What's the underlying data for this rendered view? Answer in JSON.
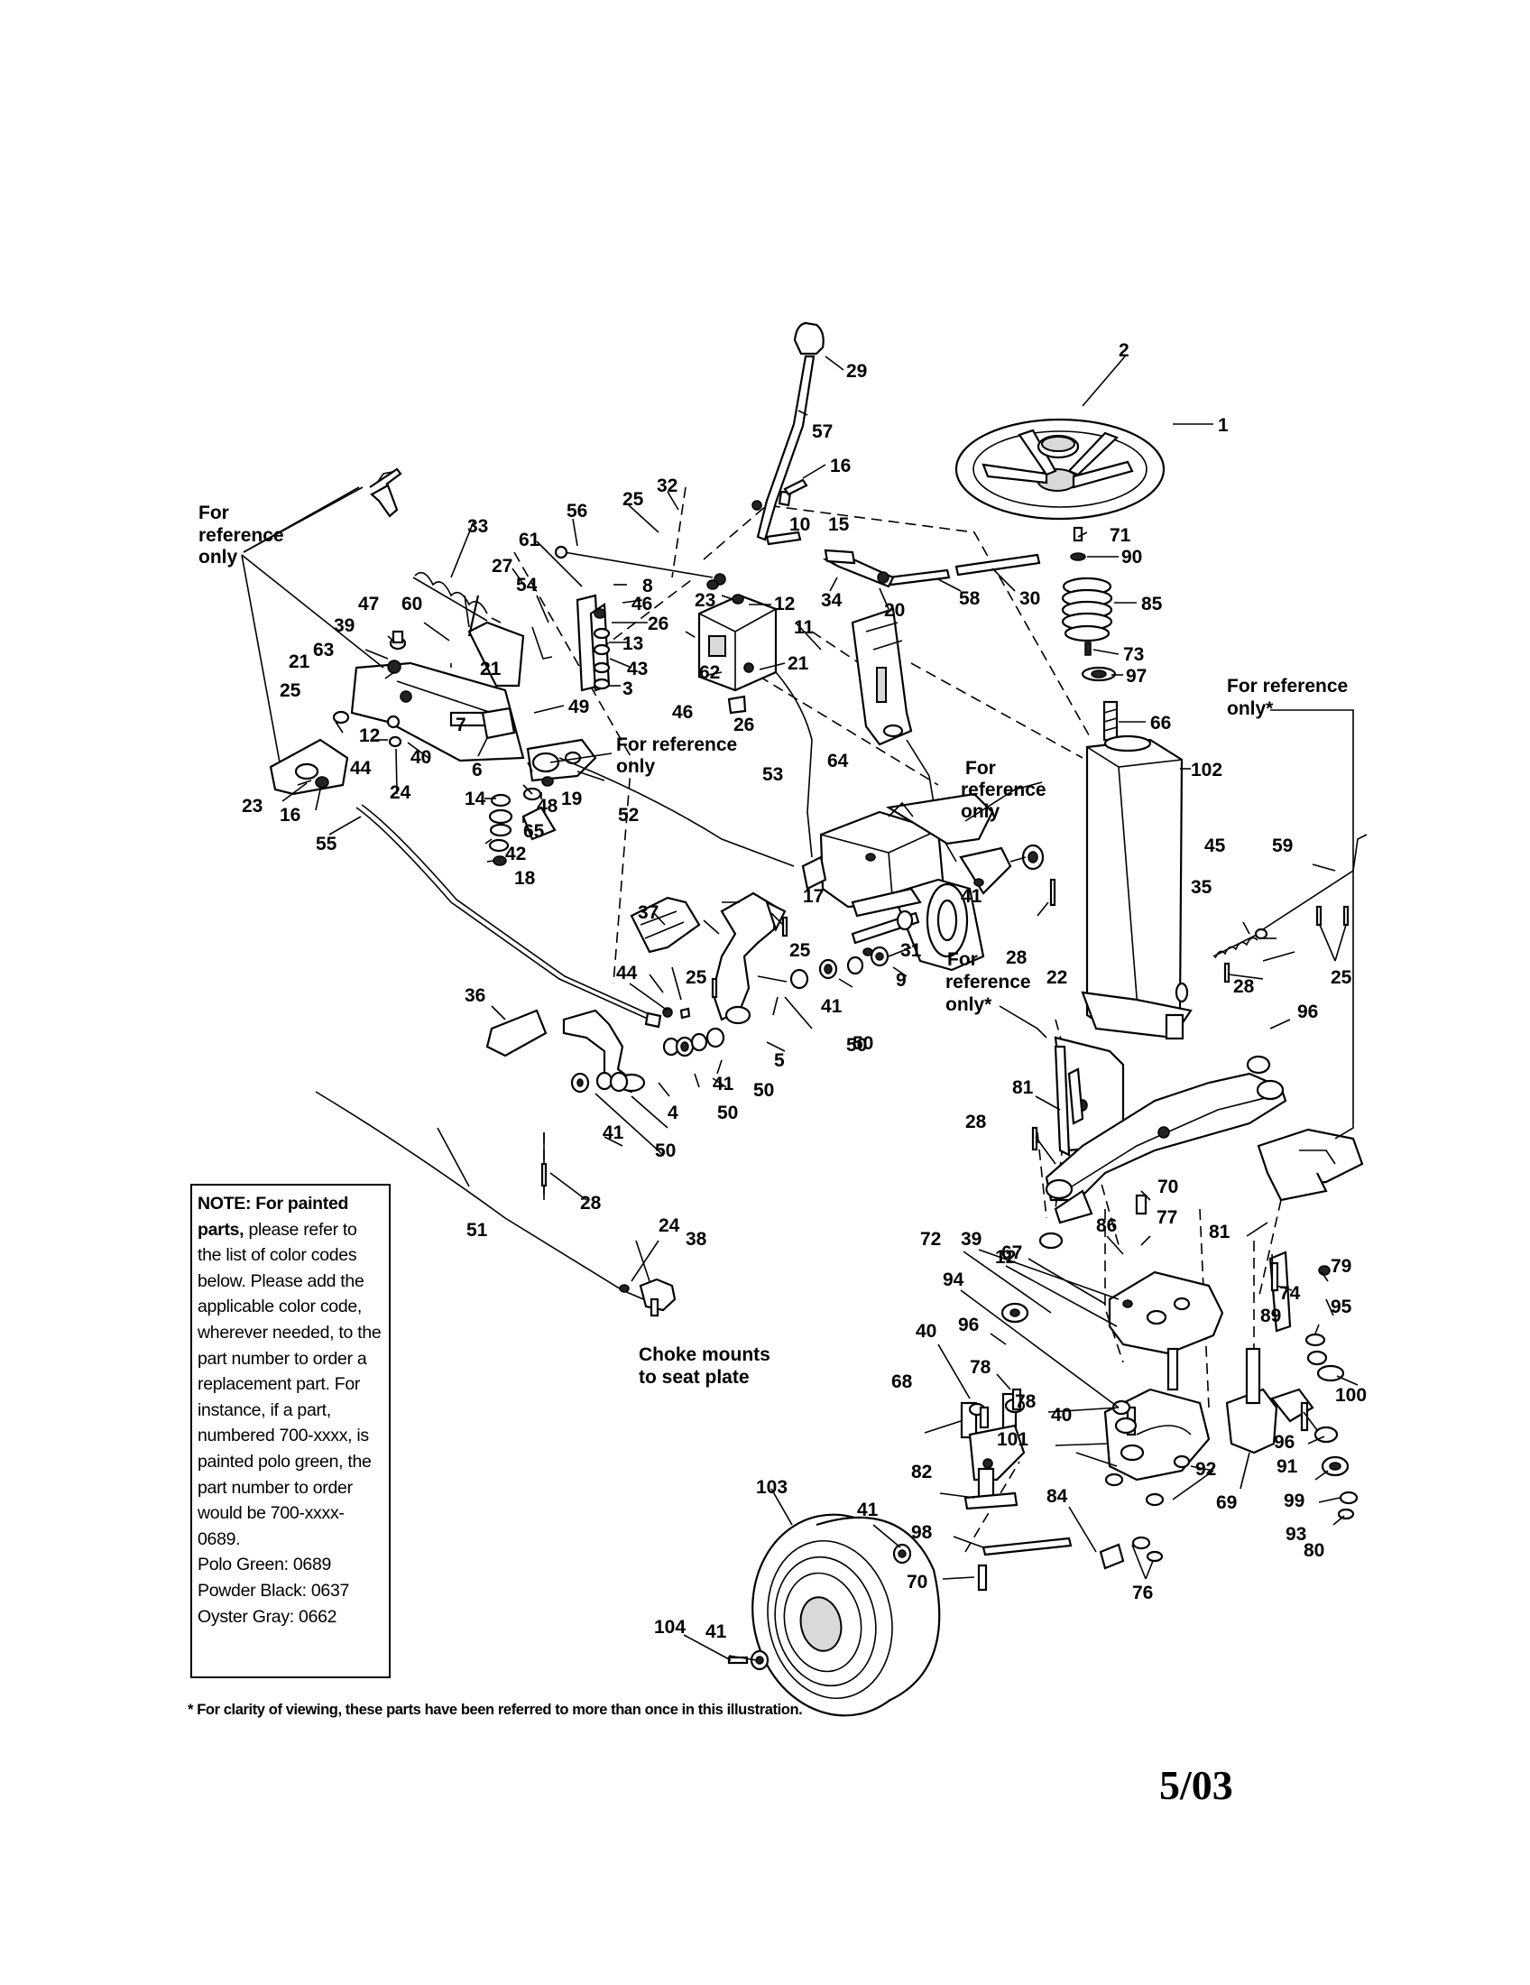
{
  "callouts": [
    "1",
    "2",
    "29",
    "57",
    "16",
    "32",
    "25",
    "56",
    "10",
    "15",
    "71",
    "90",
    "85",
    "73",
    "97",
    "66",
    "102",
    "33",
    "61",
    "8",
    "46",
    "26",
    "13",
    "43",
    "3",
    "23",
    "12",
    "11",
    "21",
    "62",
    "34",
    "20",
    "58",
    "30",
    "27",
    "54",
    "60",
    "47",
    "39",
    "63",
    "49",
    "53",
    "64",
    "44",
    "40",
    "24",
    "6",
    "7",
    "14",
    "48",
    "19",
    "65",
    "42",
    "18",
    "55",
    "52",
    "17",
    "41",
    "28",
    "37",
    "36",
    "9",
    "31",
    "50",
    "5",
    "4",
    "45",
    "35",
    "59",
    "22",
    "96",
    "81",
    "86",
    "77",
    "79",
    "74",
    "95",
    "89",
    "100",
    "72",
    "67",
    "94",
    "78",
    "101",
    "92",
    "69",
    "91",
    "99",
    "93",
    "80",
    "68",
    "82",
    "84",
    "98",
    "70",
    "76",
    "103",
    "104",
    "51",
    "38"
  ],
  "reference_labels": {
    "top_left": "For reference only",
    "right": "For reference only*",
    "center_52": "For reference only",
    "center_64": "For reference only",
    "center_22": "For reference only*"
  },
  "choke_label": "Choke mounts to seat plate",
  "note": {
    "heading": "NOTE: For painted parts,",
    "body": "please refer to the list of color codes below. Please add the applicable color code, wherever needed, to the part number to order a replacement part. For instance, if a part, numbered 700-xxxx, is painted polo green, the part number to order would be 700-xxxx-0689.",
    "colors": [
      "Polo Green: 0689",
      "Powder Black: 0637",
      "Oyster Gray: 0662"
    ]
  },
  "footnote": "* For clarity of viewing, these parts have been referred to more than once in this illustration.",
  "date_code": "5/03"
}
